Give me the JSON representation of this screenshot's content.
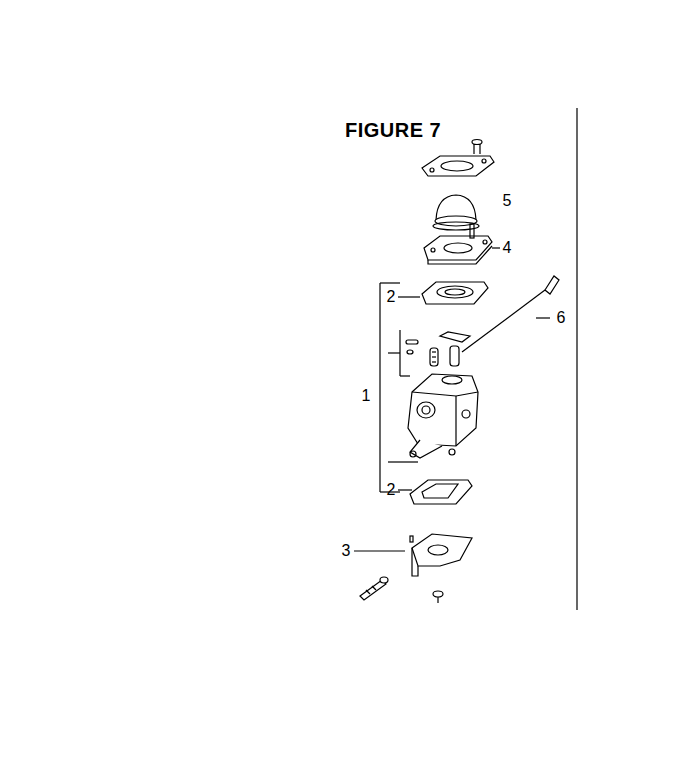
{
  "diagram": {
    "title": "FIGURE 7",
    "labels": [
      "5",
      "4",
      "2",
      "6",
      "1",
      "2",
      "3"
    ]
  }
}
